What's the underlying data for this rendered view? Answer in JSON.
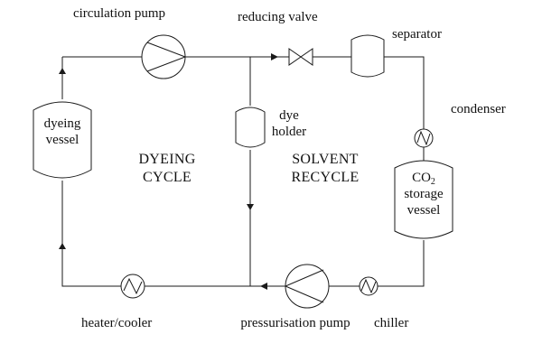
{
  "labels": {
    "circulation_pump": "circulation pump",
    "reducing_valve": "reducing valve",
    "separator": "separator",
    "condenser": "condenser",
    "dye_holder": "dye holder",
    "dyeing_vessel": "dyeing vessel",
    "dyeing_cycle": "DYEING CYCLE",
    "solvent_recycle": "SOLVENT RECYCLE",
    "co2_storage_prefix": "CO",
    "co2_storage_subscript": "2",
    "co2_storage_suffix": "storage vessel",
    "heater_cooler": "heater/cooler",
    "pressurisation_pump": "pressurisation pump",
    "chiller": "chiller"
  }
}
